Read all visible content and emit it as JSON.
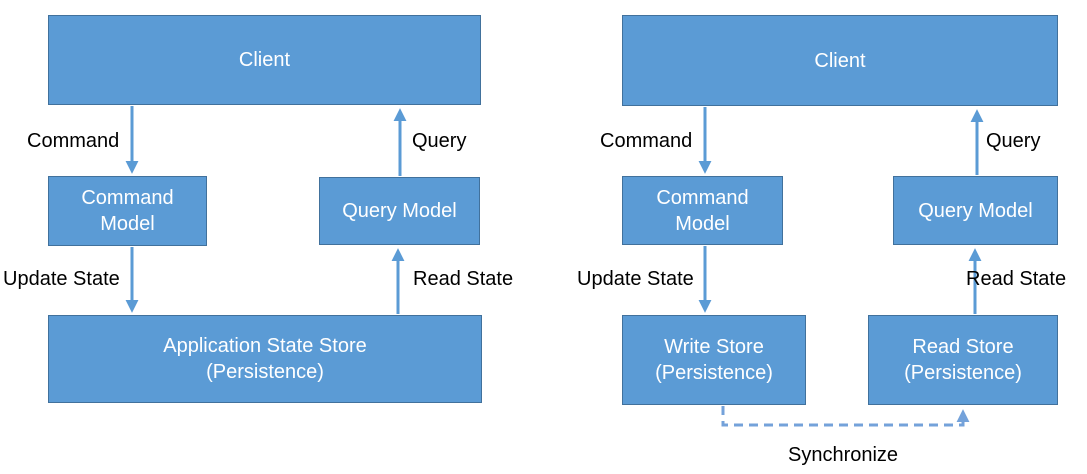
{
  "colors": {
    "background": "#ffffff",
    "box_fill": "#5b9bd5",
    "box_border": "#41719c",
    "box_text": "#ffffff",
    "arrow": "#5b9bd5",
    "dashed_arrow": "#74a2da",
    "label_text": "#000000"
  },
  "left_diagram": {
    "nodes": {
      "client": "Client",
      "command_model": "Command\nModel",
      "query_model": "Query Model",
      "state_store": "Application State Store\n(Persistence)"
    },
    "labels": {
      "command": "Command",
      "query": "Query",
      "update_state": "Update State",
      "read_state": "Read State"
    }
  },
  "right_diagram": {
    "nodes": {
      "client": "Client",
      "command_model": "Command\nModel",
      "query_model": "Query Model",
      "write_store": "Write Store\n(Persistence)",
      "read_store": "Read Store\n(Persistence)"
    },
    "labels": {
      "command": "Command",
      "query": "Query",
      "update_state": "Update State",
      "read_state": "Read State",
      "synchronize": "Synchronize"
    }
  }
}
